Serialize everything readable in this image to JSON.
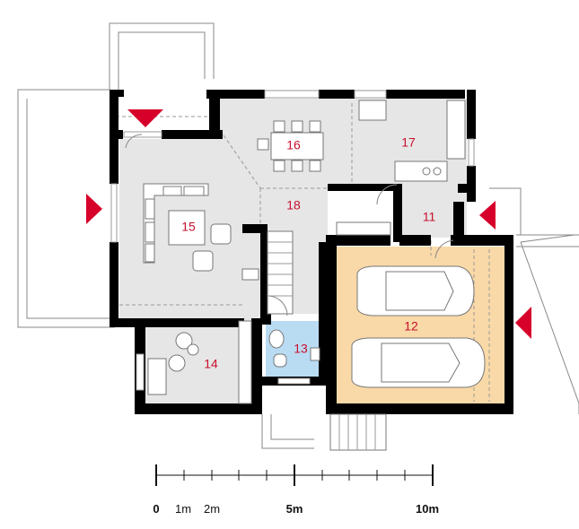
{
  "rooms": [
    {
      "id": "16",
      "label": "16"
    },
    {
      "id": "17",
      "label": "17"
    },
    {
      "id": "15",
      "label": "15"
    },
    {
      "id": "18",
      "label": "18"
    },
    {
      "id": "11",
      "label": "11"
    },
    {
      "id": "12",
      "label": "12"
    },
    {
      "id": "13",
      "label": "13"
    },
    {
      "id": "14",
      "label": "14"
    }
  ],
  "scale": {
    "ticks": [
      "0",
      "1m",
      "2m",
      "5m",
      "10m"
    ]
  },
  "colors": {
    "floor": "#e6e6e6",
    "garage": "#f9d9a8",
    "bathroom": "#b9dcf3",
    "entrance_arrow": "#d6002a",
    "label": "#c8102e",
    "wall": "#000000"
  },
  "icons": [
    "entrance-arrow-top",
    "entrance-arrow-left",
    "entrance-arrow-right",
    "garage-arrow-right"
  ]
}
